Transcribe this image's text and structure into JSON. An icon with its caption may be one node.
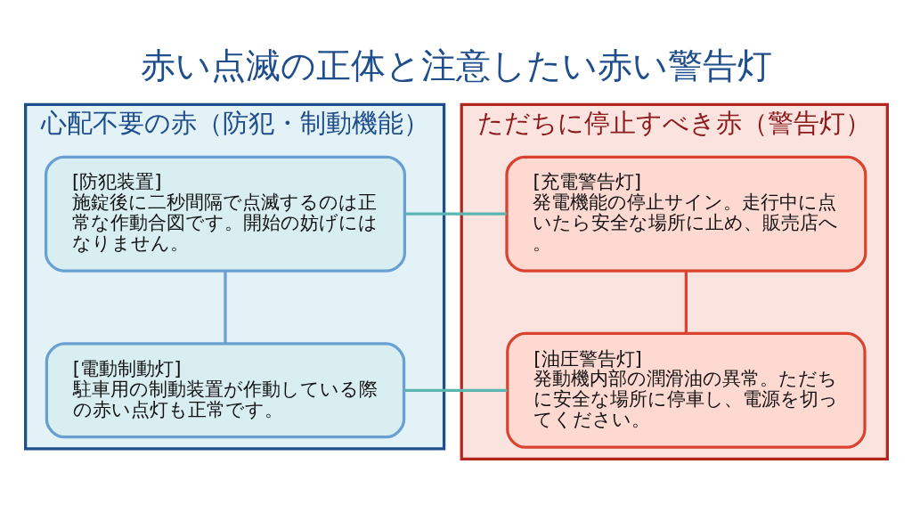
{
  "diagram": {
    "title": "赤い点滅の正体と注意したい赤い警告灯",
    "nodes": [
      {
        "text": [
          "心配不要の赤（防犯・制動機能）"
        ]
      },
      {
        "text": [
          "[防犯装置]",
          "施錠後に二秒間隔で点滅するのは正常な作動合図です。開始の妨げにはなりません。"
        ],
        "in": 0
      },
      {
        "text": [
          "[電動制動灯]",
          "駐車用の制動装置が作動している際の赤い点灯も正常です。"
        ],
        "in": 0
      },
      {
        "text": [
          "ただちに停止すべき赤（警告灯）"
        ]
      },
      {
        "text": [
          "[充電警告灯]",
          "発電機能の停止サイン。走行中に点いたら安全な場所に止め、販売店へ。"
        ],
        "in": 3
      },
      {
        "text": [
          "[油圧警告灯]",
          "発動機内部の潤滑油の異常。ただちに安全な場所に停車し、電源を切ってください。"
        ],
        "in": 3
      }
    ],
    "edges": [
      {
        "from": 1,
        "to": 4,
        "arrow": "none",
        "color": "#5bb5b0"
      },
      {
        "from": 1,
        "to": 2,
        "arrow": "none",
        "color": "#6a9fd4"
      },
      {
        "from": 4,
        "to": 5,
        "arrow": "none",
        "color": "#d9432f"
      },
      {
        "from": 2,
        "to": 5,
        "arrow": "none",
        "color": "#5bb5b0"
      }
    ]
  }
}
